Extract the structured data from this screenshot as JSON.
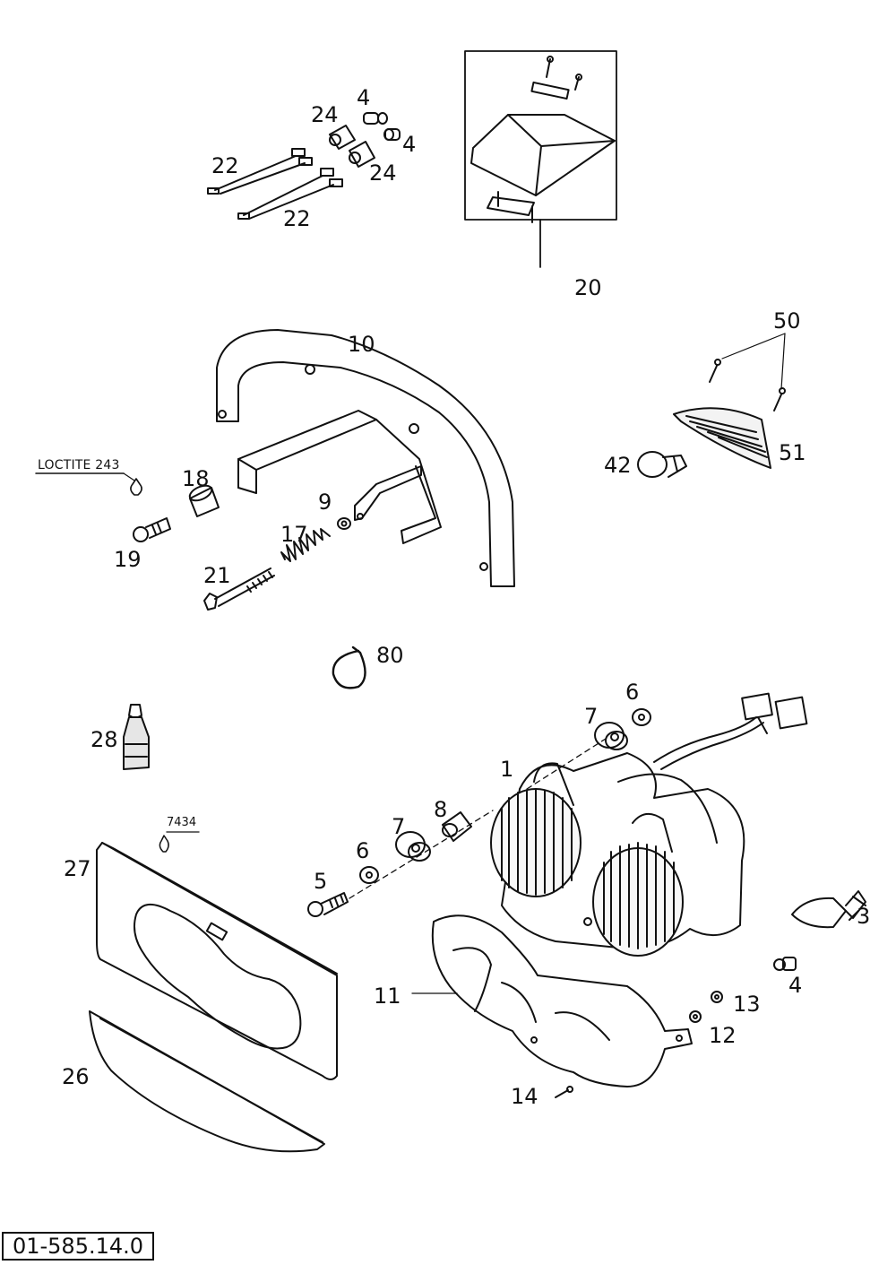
{
  "document_code": "01-585.14.0",
  "notes": {
    "loctite": "LOCTITE 243",
    "sealant": "7434"
  },
  "callouts": {
    "c1": "1",
    "c3": "3",
    "c4a": "4",
    "c4b": "4",
    "c4c": "4",
    "c5": "5",
    "c6a": "6",
    "c6b": "6",
    "c7a": "7",
    "c7b": "7",
    "c8": "8",
    "c9": "9",
    "c10": "10",
    "c11": "11",
    "c12": "12",
    "c13": "13",
    "c14": "14",
    "c17": "17",
    "c18": "18",
    "c19": "19",
    "c20": "20",
    "c21": "21",
    "c22a": "22",
    "c22b": "22",
    "c24a": "24",
    "c24b": "24",
    "c26": "26",
    "c27": "27",
    "c28": "28",
    "c42": "42",
    "c50": "50",
    "c51": "51",
    "c80": "80"
  }
}
